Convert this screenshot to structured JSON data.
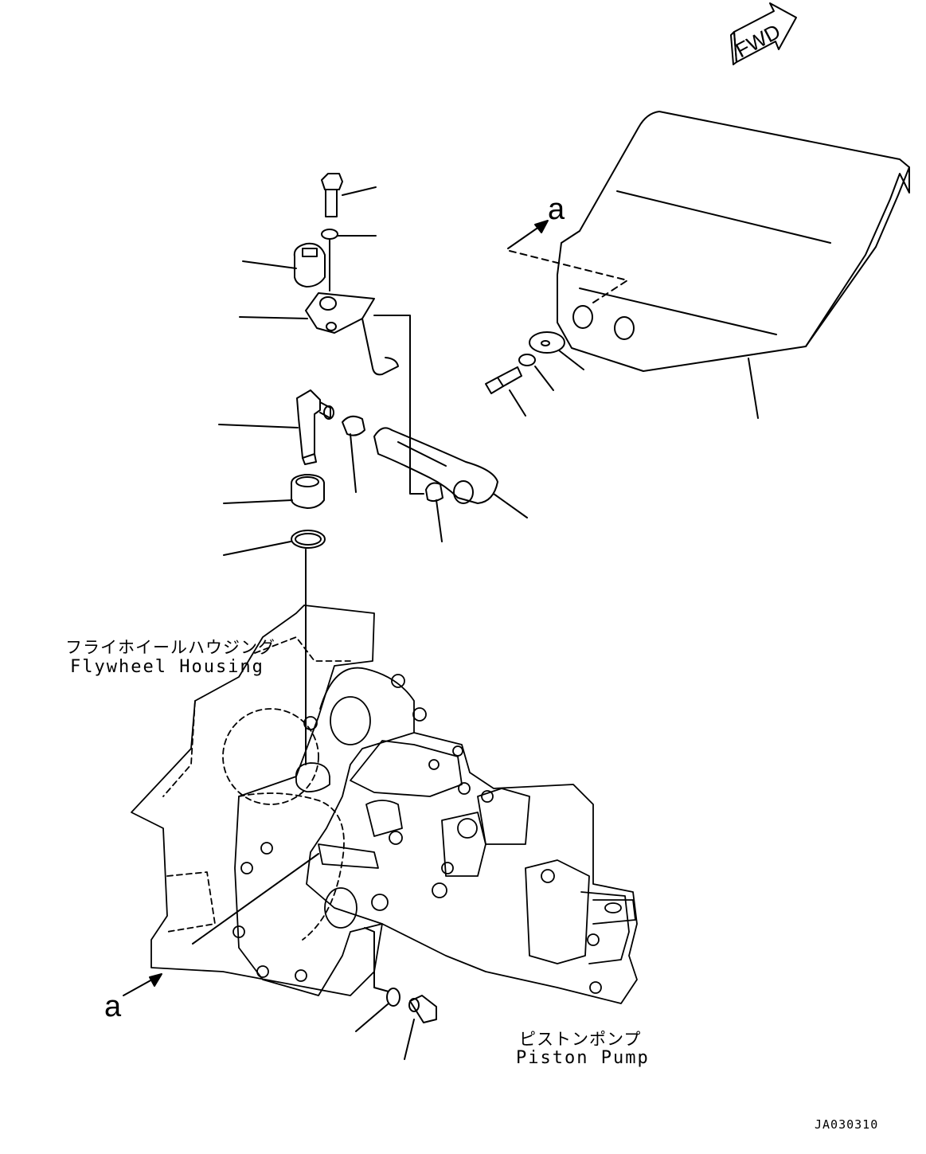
{
  "fwd_label": "FWD",
  "callout_a": "a",
  "labels": {
    "flywheel_housing_jp": "フライホイールハウジング",
    "flywheel_housing_en": "Flywheel Housing",
    "piston_pump_jp": "ピストンポンプ",
    "piston_pump_en": "Piston Pump"
  },
  "drawing_code": "JA030310"
}
